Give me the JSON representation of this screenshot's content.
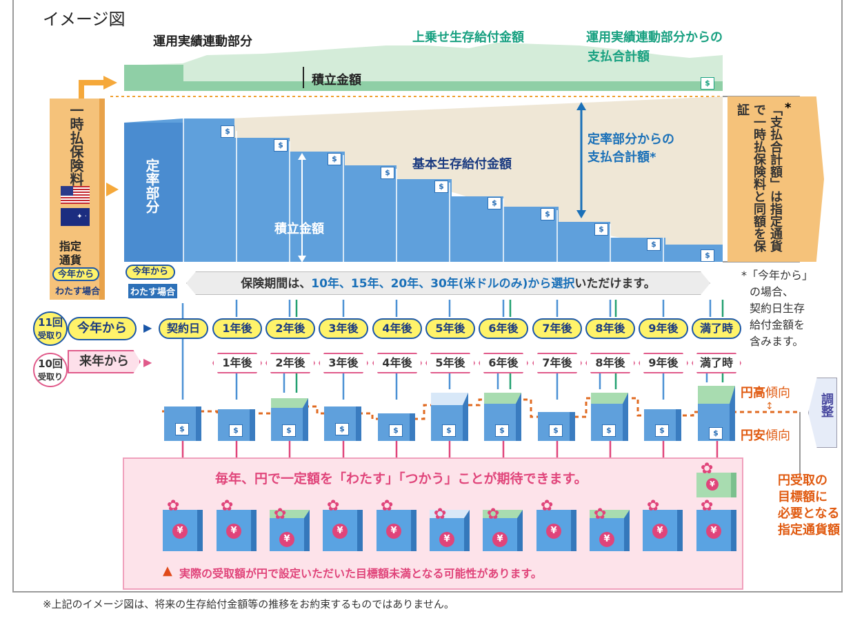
{
  "header": {
    "title": "イメージ図"
  },
  "top_section": {
    "label_performance_part": "運用実績連動部分",
    "label_extra_benefit": "上乗せ生存給付金額",
    "label_perf_total_1": "運用実績連動部分からの",
    "label_perf_total_2": "支払合計額",
    "label_accum_top": "積立金額"
  },
  "premium": {
    "label": "一時払保険料",
    "currency_1": "指定",
    "currency_2": "通貨",
    "from_this_year": "今年から",
    "when_pay": "わたす場合"
  },
  "fixed_section": {
    "label": "定率部分",
    "label_basic_benefit": "基本生存給付金額",
    "label_accum": "積立金額",
    "label_fixed_total_1": "定率部分からの",
    "label_fixed_total_2": "支払合計額*",
    "guarantee": "「支払合計額」は指定通貨で一時払保険料と同額を保証",
    "guarantee_mark": "*"
  },
  "period_banner": {
    "pre": "保険期間は、",
    "highlight": "10年、15年、20年、30年(米ドルのみ)から選択",
    "post": "いただけます。"
  },
  "note_this_year": {
    "star": "*",
    "l1": "「今年から」",
    "l2": "の場合、",
    "l3": "契約日生存",
    "l4": "給付金額を",
    "l5": "含みます。"
  },
  "schedule": {
    "row1_count": "11回",
    "row1_unit": "受取り",
    "row1_label": "今年から",
    "row2_count": "10回",
    "row2_unit": "受取り",
    "row2_label": "来年から",
    "row1_years": [
      "契約日",
      "1年後",
      "2年後",
      "3年後",
      "4年後",
      "5年後",
      "6年後",
      "7年後",
      "8年後",
      "9年後",
      "満了時"
    ],
    "row2_years": [
      "1年後",
      "2年後",
      "3年後",
      "4年後",
      "5年後",
      "6年後",
      "7年後",
      "8年後",
      "9年後",
      "満了時"
    ]
  },
  "fx": {
    "yen_high_a": "円高",
    "yen_high_b": "傾向",
    "yen_low_a": "円安",
    "yen_low_b": "傾向",
    "adjust": "調整",
    "target_1": "円受取の",
    "target_2": "目標額に",
    "target_3": "必要となる",
    "target_4": "指定通貨額"
  },
  "gifts": {
    "message": "毎年、円で一定額を「わたす」「つかう」ことが期待できます。",
    "warning": "実際の受取額が円で設定いただいた目標額未満となる可能性があります。",
    "dollar_symbol": "$",
    "yen_symbol": "¥"
  },
  "footer": {
    "note": "※上記のイメージ図は、将来の生存給付金額等の推移をお約束するものではありません。"
  },
  "colors": {
    "green": "#17a080",
    "blue": "#1a70b8",
    "orange": "#e05a10",
    "pink": "#e0447a",
    "yellow": "#fff36a"
  }
}
